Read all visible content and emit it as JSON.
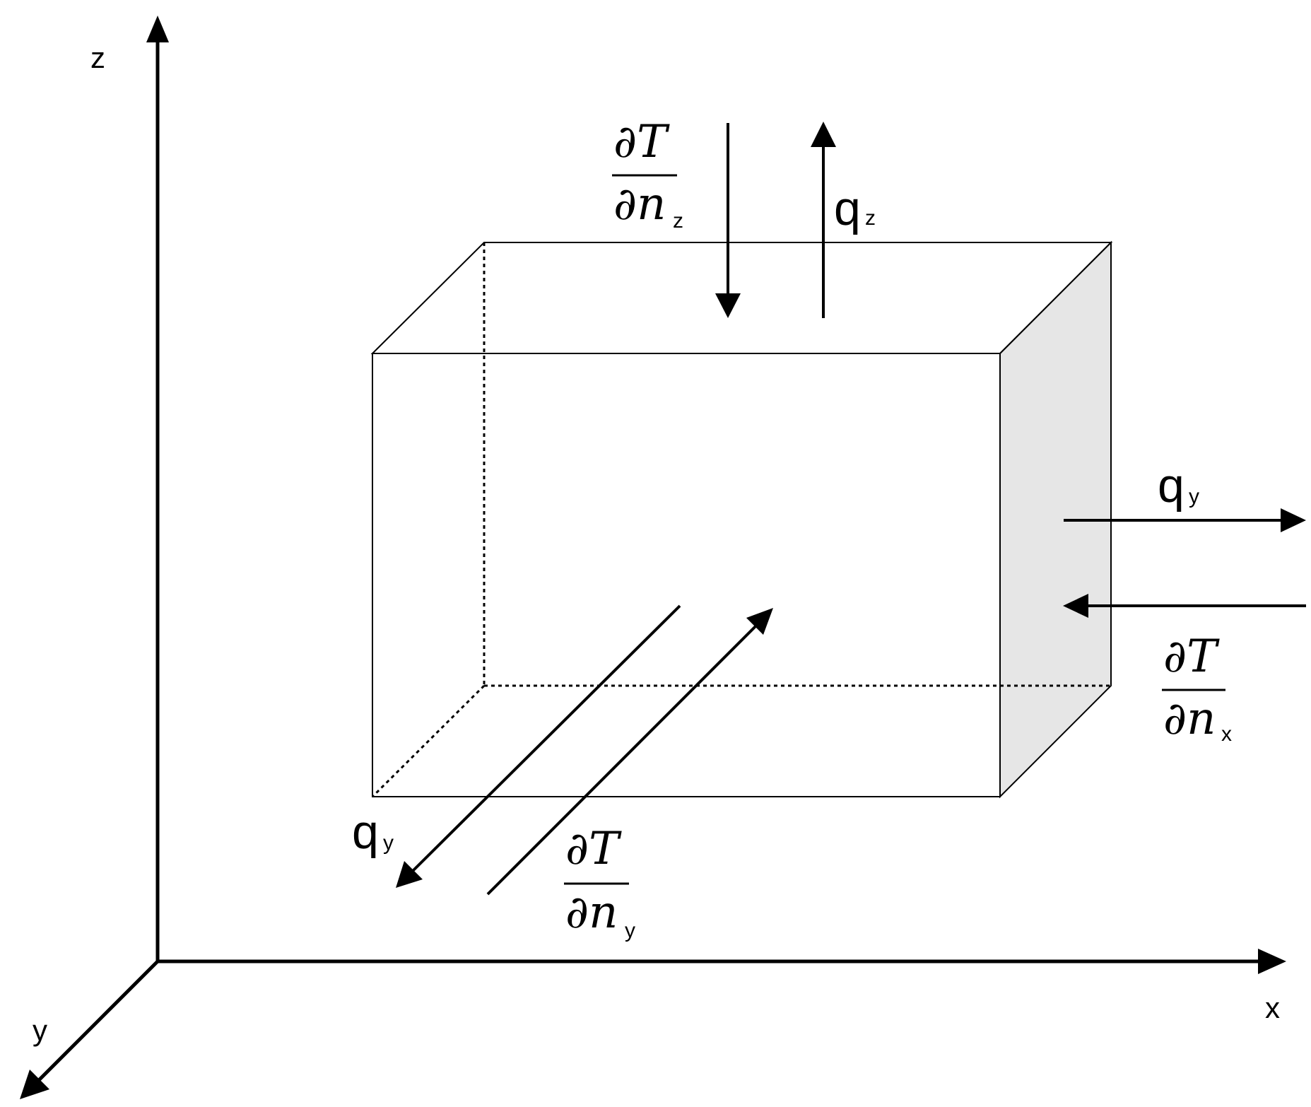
{
  "axes": {
    "x_label": "x",
    "y_label": "y",
    "z_label": "z"
  },
  "labels": {
    "q_symbol": "q",
    "q_top_sub": "z",
    "q_right_sub": "y",
    "q_bottom_sub": "y",
    "dT_numerator": "∂T",
    "dn_symbol": "∂n",
    "dT_top_sub": "z",
    "dT_right_sub": "x",
    "dT_bottom_sub": "y"
  },
  "colors": {
    "line": "#000000",
    "shaded_face": "#e6e6e6",
    "background": "#ffffff"
  }
}
